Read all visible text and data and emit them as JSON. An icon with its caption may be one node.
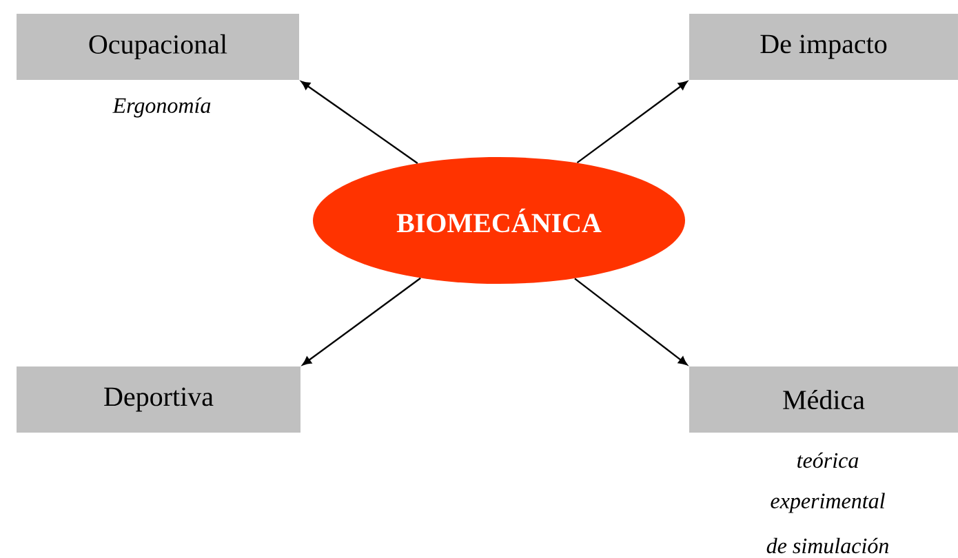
{
  "diagram": {
    "nodes": [
      {
        "text": [
          "BIOMECÁNICA"
        ]
      },
      {
        "text": [
          "Ocupacional"
        ],
        "beside": [
          "Ergonomía"
        ]
      },
      {
        "text": [
          "De impacto"
        ]
      },
      {
        "text": [
          "Deportiva"
        ]
      },
      {
        "text": [
          "Médica"
        ],
        "beside": [
          "teórica",
          "experimental",
          "de simulación"
        ]
      }
    ],
    "edges": [
      {
        "from": 0,
        "to": 1,
        "arrow": "to"
      },
      {
        "from": 0,
        "to": 2,
        "arrow": "to"
      },
      {
        "from": 0,
        "to": 3,
        "arrow": "to"
      },
      {
        "from": 0,
        "to": 4,
        "arrow": "to"
      }
    ]
  }
}
